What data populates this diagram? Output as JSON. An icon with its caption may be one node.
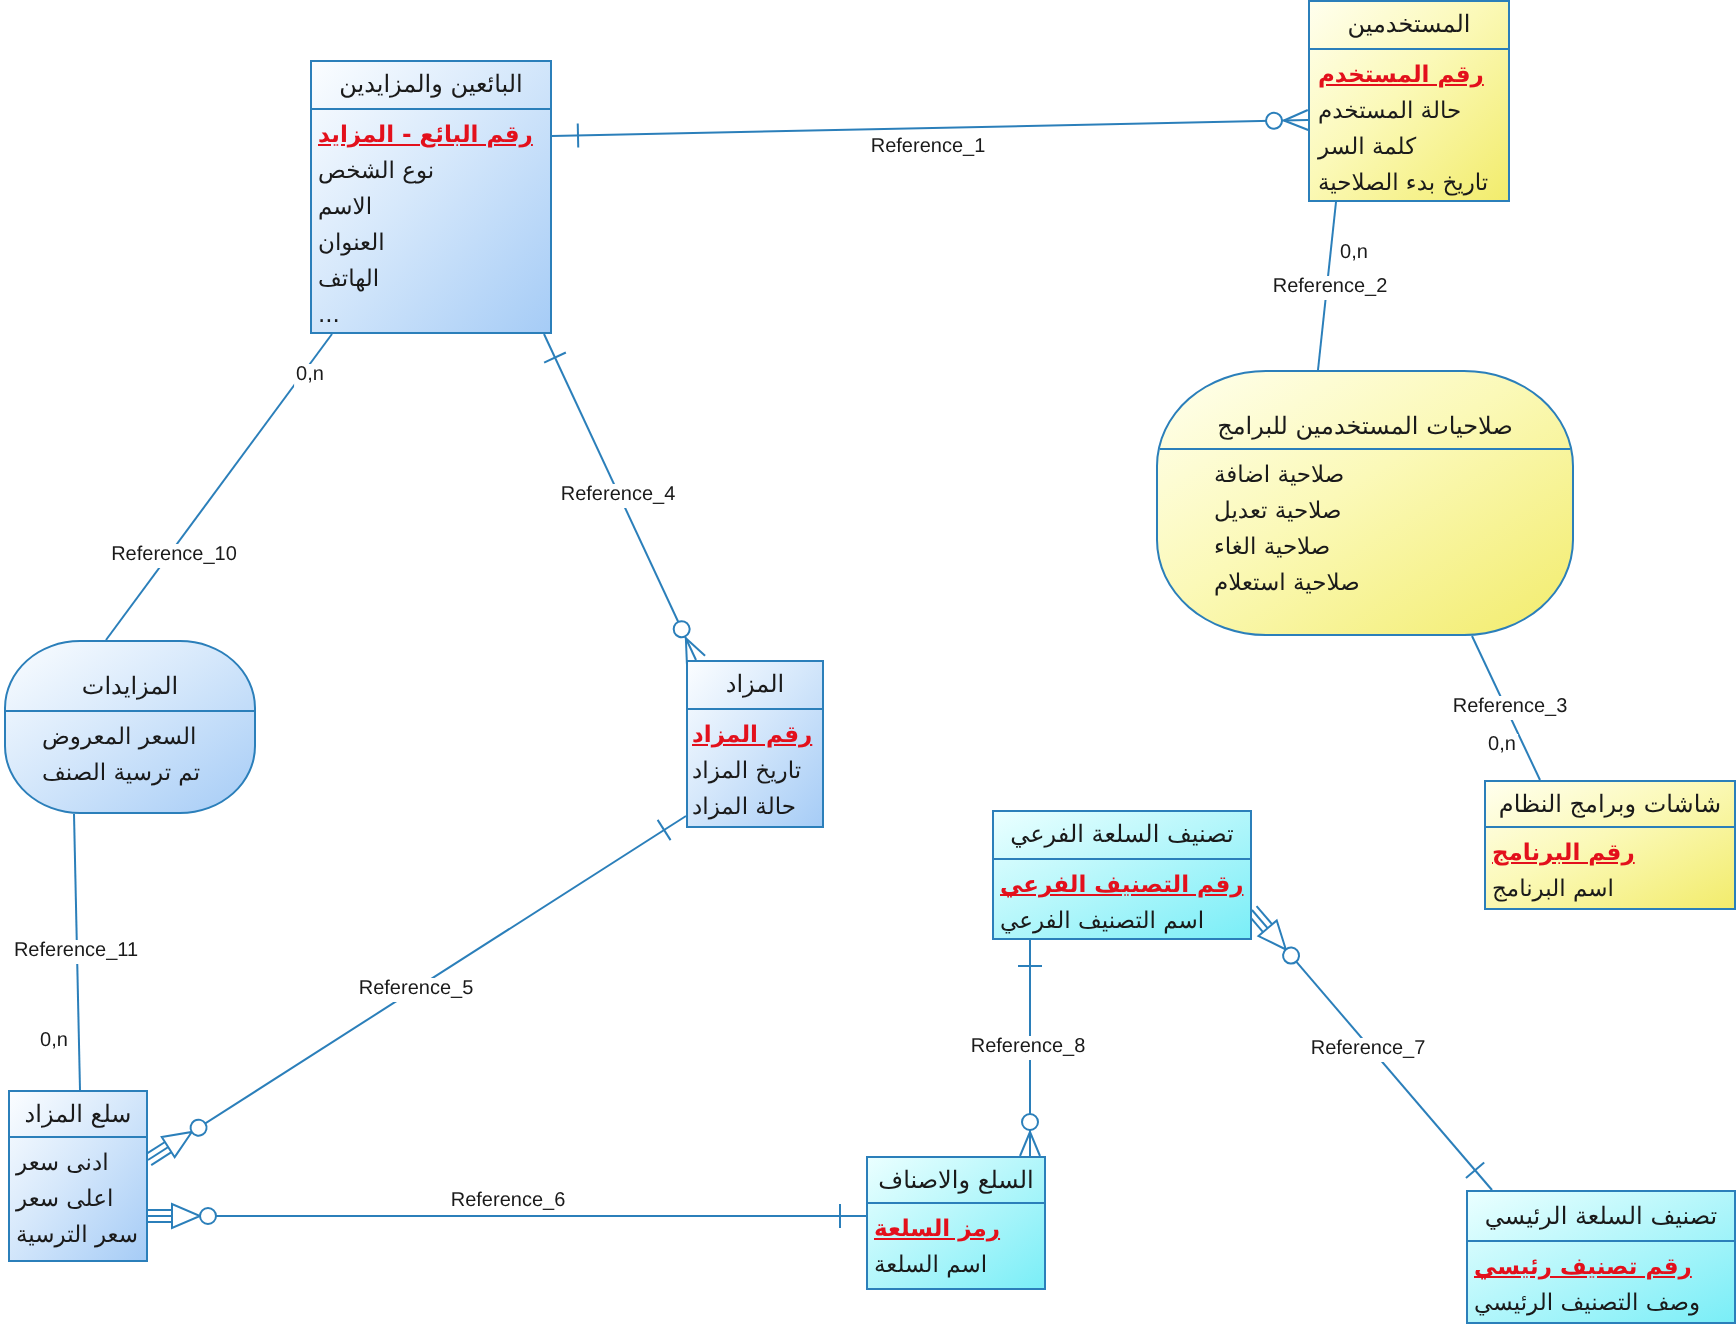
{
  "diagram": {
    "nodes": [
      {
        "text": [
          "المستخدمين",
          "رقم المستخدم",
          "حالة المستخدم",
          "كلمة السر",
          "تاريخ بدء الصلاحية"
        ]
      },
      {
        "text": [
          "البائعين والمزايدين",
          "رقم البائع - المزايد",
          "نوع الشخص",
          "الاسم",
          "العنوان",
          "الهاتف",
          "..."
        ]
      },
      {
        "text": [
          "صلاحيات المستخدمين للبرامج",
          "صلاحية اضافة",
          "صلاحية تعديل",
          "صلاحية الغاء",
          "صلاحية استعلام"
        ]
      },
      {
        "text": [
          "المزايدات",
          "السعر المعروض",
          "تم ترسية الصنف"
        ]
      },
      {
        "text": [
          "المزاد",
          "رقم المزاد",
          "تاريخ المزاد",
          "حالة المزاد"
        ]
      },
      {
        "text": [
          "شاشات وبرامج النظام",
          "رقم البرنامج",
          "اسم البرنامج"
        ]
      },
      {
        "text": [
          "تصنيف السلعة الفرعي",
          "رقم التصنيف الفرعي",
          "اسم التصنيف الفرعي"
        ]
      },
      {
        "text": [
          "سلع المزاد",
          "ادنى سعر",
          "اعلى سعر",
          "سعر الترسية"
        ]
      },
      {
        "text": [
          "السلع والاصناف",
          "رمز السلعة",
          "اسم السلعة"
        ]
      },
      {
        "text": [
          "تصنيف السلعة الرئيسي",
          "رقم تصنيف رئيسي",
          "وصف التصنيف الرئيسي"
        ]
      }
    ],
    "edges": [
      {
        "from": 1,
        "to": 0,
        "arrow": "other",
        "label": "Reference_1"
      },
      {
        "from": 0,
        "to": 2,
        "arrow": "none",
        "label": "Reference_2"
      },
      {
        "from": 2,
        "to": 5,
        "arrow": "none",
        "label": "Reference_3"
      },
      {
        "from": 1,
        "to": 4,
        "arrow": "other",
        "label": "Reference_4"
      },
      {
        "from": 4,
        "to": 7,
        "arrow": "other",
        "label": "Reference_5"
      },
      {
        "from": 8,
        "to": 7,
        "arrow": "other",
        "label": "Reference_6"
      },
      {
        "from": 9,
        "to": 6,
        "arrow": "other",
        "label": "Reference_7"
      },
      {
        "from": 6,
        "to": 8,
        "arrow": "other",
        "label": "Reference_8"
      },
      {
        "from": 1,
        "to": 3,
        "arrow": "none",
        "label": "Reference_10"
      },
      {
        "from": 3,
        "to": 7,
        "arrow": "none",
        "label": "Reference_11"
      }
    ],
    "labels": [
      "0,n",
      "0,n",
      "0,n",
      "0,n"
    ]
  }
}
